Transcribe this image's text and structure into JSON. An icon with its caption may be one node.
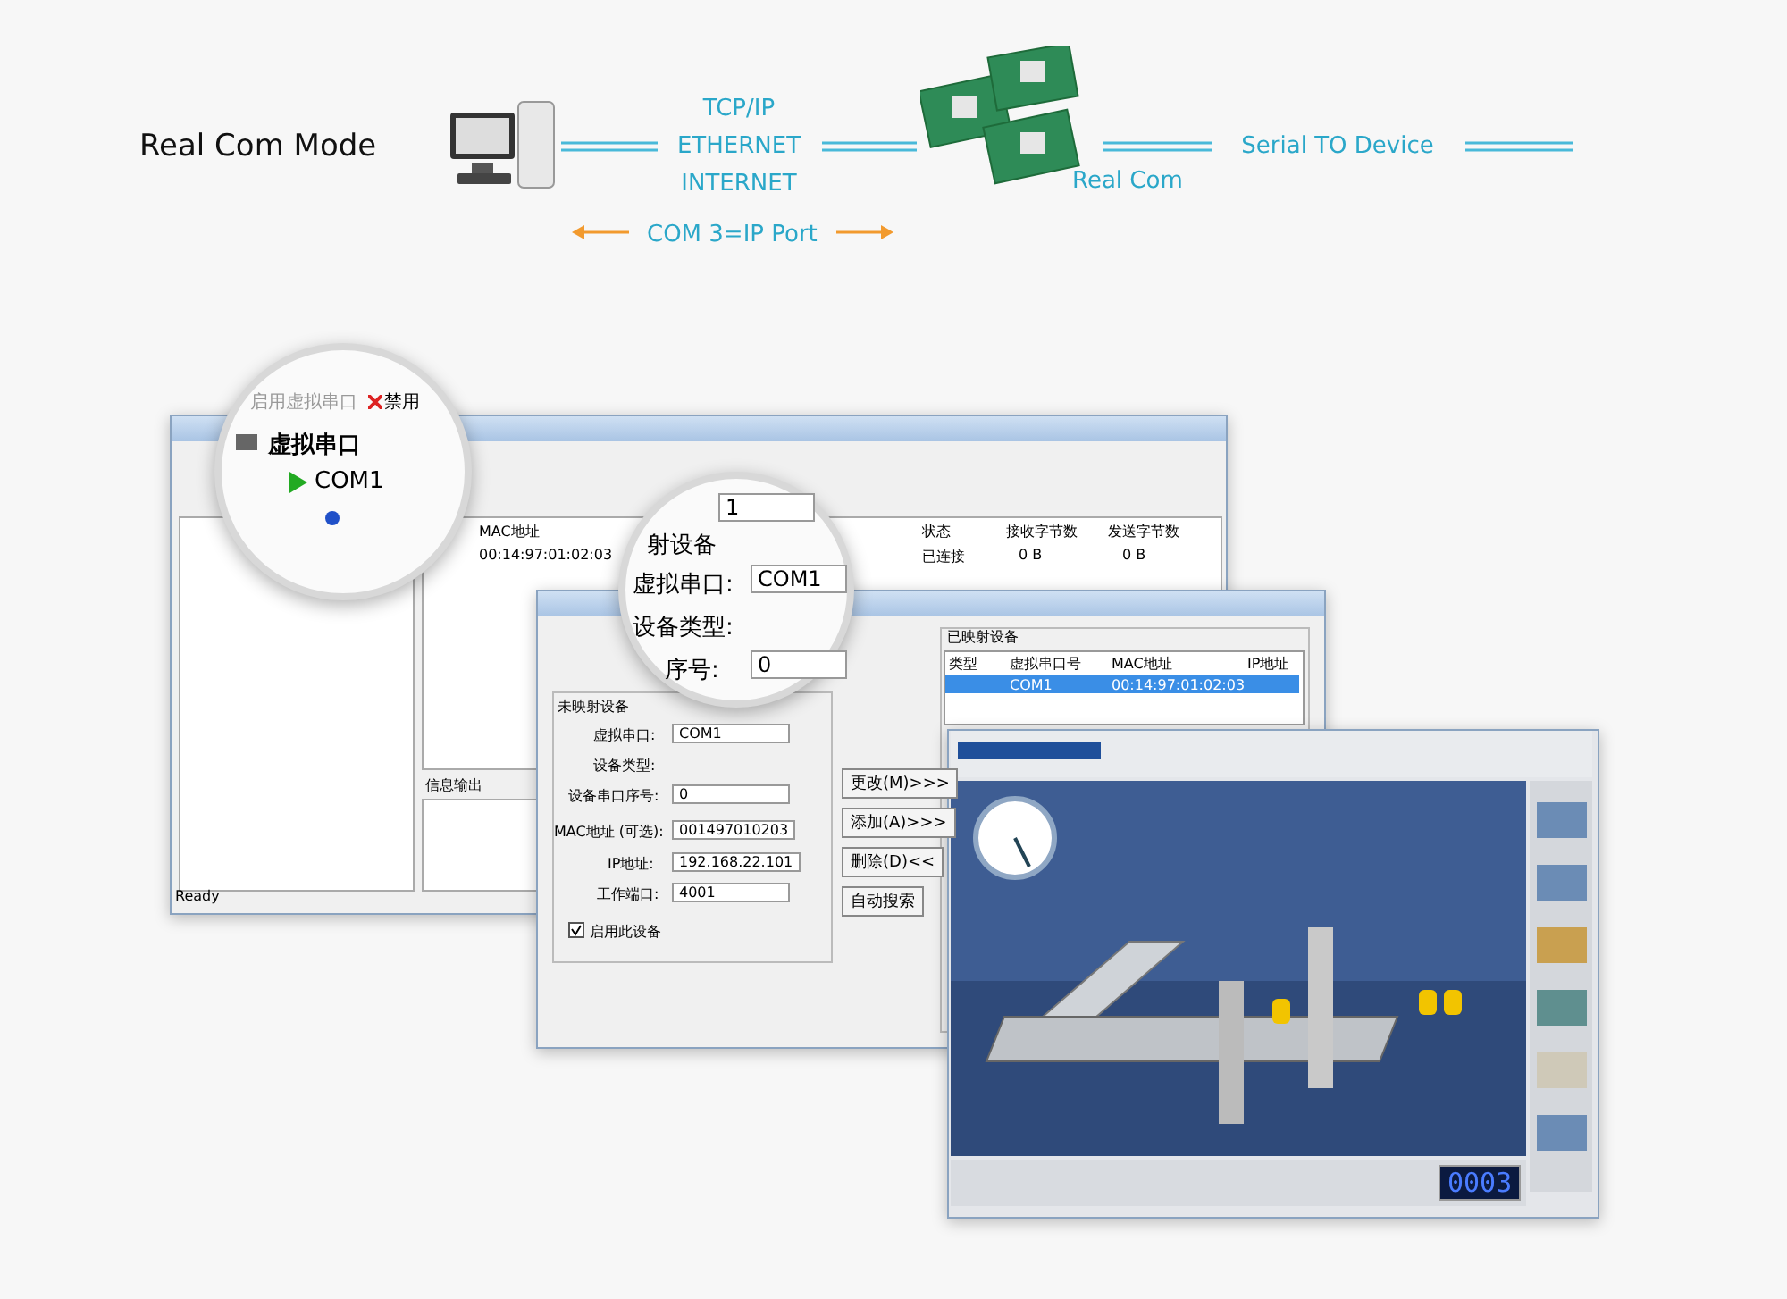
{
  "diagram": {
    "nodes": [
      {
        "text": [],
        "shape": "picture"
      },
      {
        "text": [],
        "shape": "picture",
        "beside": [
          "Real Com"
        ]
      }
    ],
    "edges": [
      {
        "from": 0,
        "to": 1,
        "arrow": "none",
        "label": "TCP/IP ETHERNET INTERNET"
      },
      {
        "from": 1,
        "to": null,
        "arrow": "none",
        "label": "Serial TO Device"
      }
    ],
    "labels": [
      "Real Com Mode",
      "COM 3=IP Port",
      "Ready",
      "MAC地址",
      "00:14:97:01:02:03",
      "状态",
      "接收字节数",
      "发送字节数",
      "已连接",
      "0 B",
      "0 B",
      "信息输出",
      "启用虚拟串口",
      "禁用",
      "虚拟串口",
      "COM1",
      "1",
      "射设备",
      "虚拟串口:",
      "COM1",
      "设备类型:",
      "序号:",
      "0",
      "未映射设备",
      "虚拟串口:",
      "COM1",
      "设备类型:",
      "设备串口序号:",
      "0",
      "MAC地址 (可选):",
      "001497010203",
      "IP地址:",
      "192.168.22.101",
      "工作端口:",
      "4001",
      "启用此设备",
      "更改(M)>>>",
      "添加(A)>>>",
      "删除(D)<<",
      "自动搜索",
      "已映射设备",
      "类型",
      "虚拟串口号",
      "MAC地址",
      "IP地址",
      "COM1",
      "00:14:97:01:02:03",
      "0003"
    ]
  }
}
